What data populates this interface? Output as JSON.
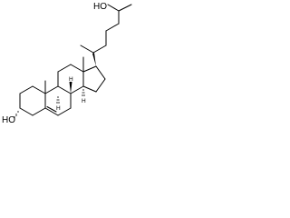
{
  "structure": {
    "labels": {
      "hydroxyl_top": "HO",
      "hydroxyl_left": "HO",
      "h_c8": "H",
      "h_c9": "H",
      "h_c14": "H"
    }
  }
}
